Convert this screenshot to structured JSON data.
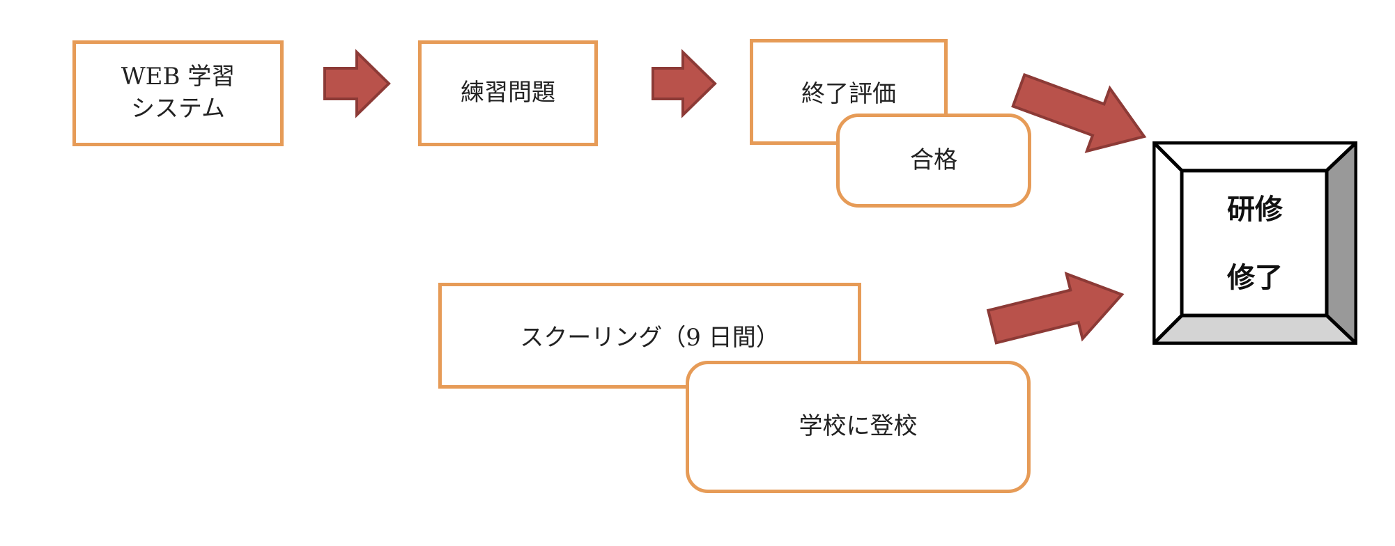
{
  "colors": {
    "box_border": "#E69B57",
    "arrow_fill": "#B9524B",
    "arrow_stroke": "#8C3A36",
    "bevel_face": "#ffffff",
    "bevel_right": "#999999",
    "bevel_bottom": "#d4d4d4",
    "bevel_frame": "#000000"
  },
  "flow_top": {
    "web_system": [
      "WEB 学習",
      "システム"
    ],
    "practice": "練習問題",
    "final_eval": "終了評価",
    "pass": "合格"
  },
  "flow_bottom": {
    "schooling": "スクーリング（9 日間）",
    "attend": "学校に登校"
  },
  "completion": {
    "line1": "研修",
    "line2": "修了"
  }
}
